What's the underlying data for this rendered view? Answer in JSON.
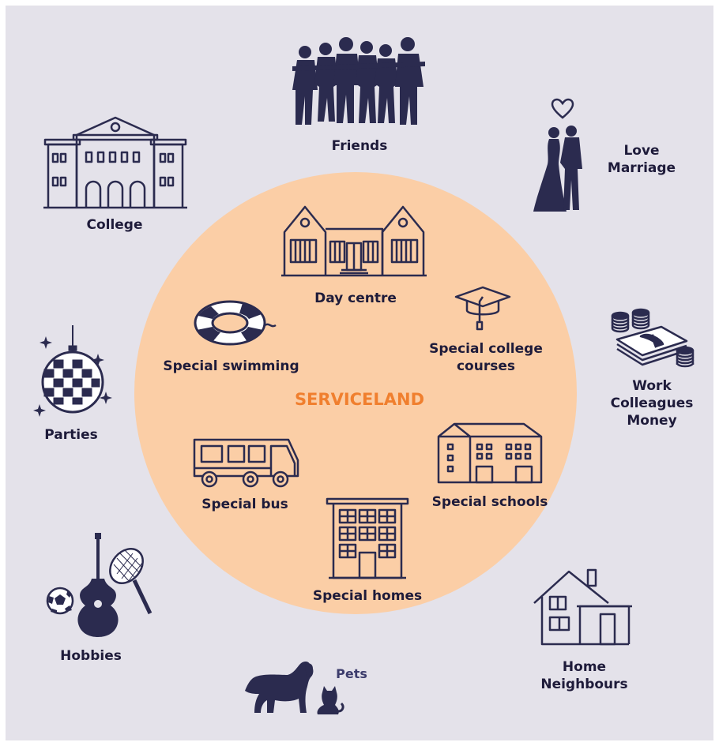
{
  "center": {
    "title": "SERVICELAND"
  },
  "services": {
    "day_centre": "Day centre",
    "special_college_courses_1": "Special college",
    "special_college_courses_2": "courses",
    "special_swimming": "Special swimming",
    "special_bus": "Special bus",
    "special_schools": "Special schools",
    "special_homes": "Special homes"
  },
  "life": {
    "friends": "Friends",
    "love_1": "Love",
    "love_2": "Marriage",
    "college": "College",
    "parties": "Parties",
    "work_1": "Work",
    "work_2": "Colleagues",
    "work_3": "Money",
    "hobbies": "Hobbies",
    "pets": "Pets",
    "home_1": "Home",
    "home_2": "Neighbours"
  },
  "colors": {
    "background": "#e4e2ea",
    "circle": "#fbcea6",
    "accent": "#f07f2e",
    "ink": "#2b2b4f"
  }
}
